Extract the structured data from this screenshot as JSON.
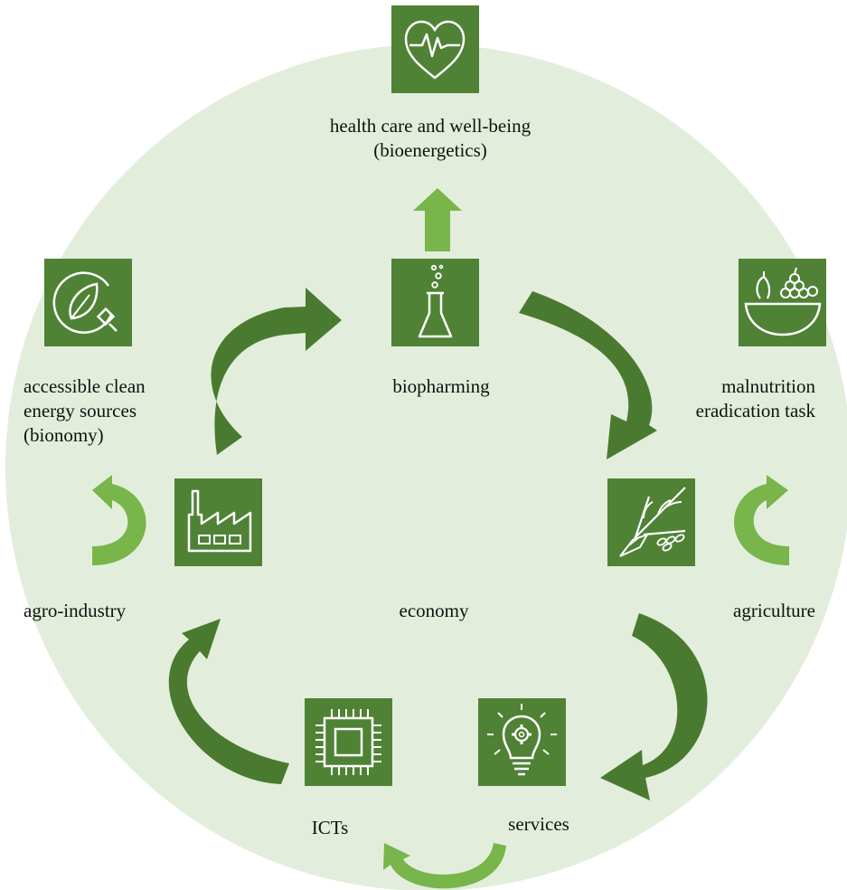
{
  "colors": {
    "circle_fill": "#e2eedb",
    "icon_fill": "#4f8235",
    "arrow_dark": "#4a7a2f",
    "arrow_light": "#78b54a",
    "icon_stroke": "#ffffff"
  },
  "nodes": {
    "health": {
      "lines": [
        "health care and well-being",
        "(bioenergetics)"
      ],
      "icon": "heart-pulse-icon"
    },
    "biopharming": {
      "lines": [
        "biopharming"
      ],
      "icon": "flask-icon"
    },
    "energy": {
      "lines": [
        "accessible clean",
        "energy sources",
        "(bionomy)"
      ],
      "icon": "leaf-plug-icon"
    },
    "malnutrition": {
      "lines": [
        "malnutrition",
        "eradication task"
      ],
      "icon": "fruit-bowl-icon"
    },
    "agroindustry": {
      "lines": [
        "agro-industry"
      ],
      "icon": "factory-icon"
    },
    "agriculture": {
      "lines": [
        "agriculture"
      ],
      "icon": "wheat-icon"
    },
    "economy": {
      "lines": [
        "economy"
      ]
    },
    "icts": {
      "lines": [
        "ICTs"
      ],
      "icon": "chip-icon"
    },
    "services": {
      "lines": [
        "services"
      ],
      "icon": "lightbulb-gear-icon"
    }
  }
}
